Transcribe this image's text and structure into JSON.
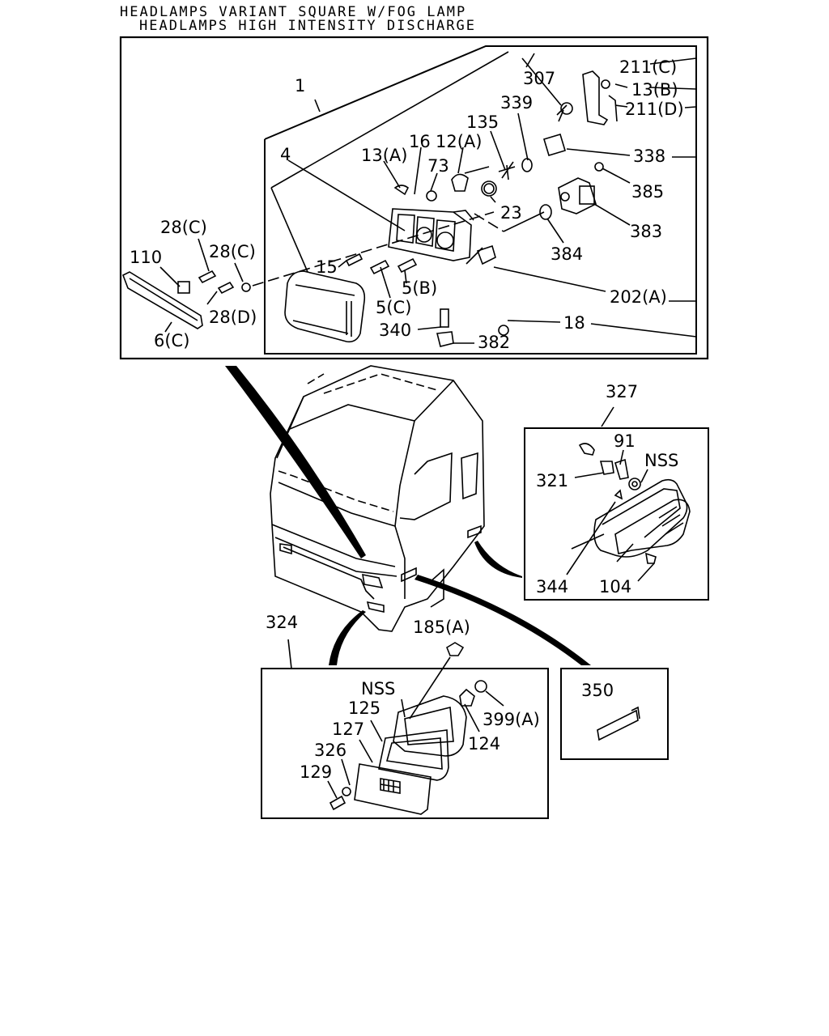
{
  "header": {
    "line1": "HEADLAMPS VARIANT SQUARE W/FOG LAMP",
    "line2": "HEADLAMPS HIGH INTENSITY DISCHARGE"
  },
  "labels": {
    "p1": "1",
    "p4": "4",
    "p307": "307",
    "p211c": "211(C)",
    "p13b": "13(B)",
    "p211d": "211(D)",
    "p339": "339",
    "p135": "135",
    "p16": "16",
    "p12a": "12(A)",
    "p13a": "13(A)",
    "p73": "73",
    "p338": "338",
    "p385": "385",
    "p23": "23",
    "p383": "383",
    "p28c1": "28(C)",
    "p28c2": "28(C)",
    "p110": "110",
    "p15": "15",
    "p384": "384",
    "p5b": "5(B)",
    "p202a": "202(A)",
    "p5c": "5(C)",
    "p28d": "28(D)",
    "p18": "18",
    "p340": "340",
    "p6c": "6(C)",
    "p382": "382",
    "p327": "327",
    "p91": "91",
    "pnss1": "NSS",
    "p321": "321",
    "p344": "344",
    "p104": "104",
    "p324": "324",
    "p185a": "185(A)",
    "pnss2": "NSS",
    "p125": "125",
    "p127": "127",
    "p399a": "399(A)",
    "p326": "326",
    "p124": "124",
    "p129": "129",
    "p350": "350"
  }
}
